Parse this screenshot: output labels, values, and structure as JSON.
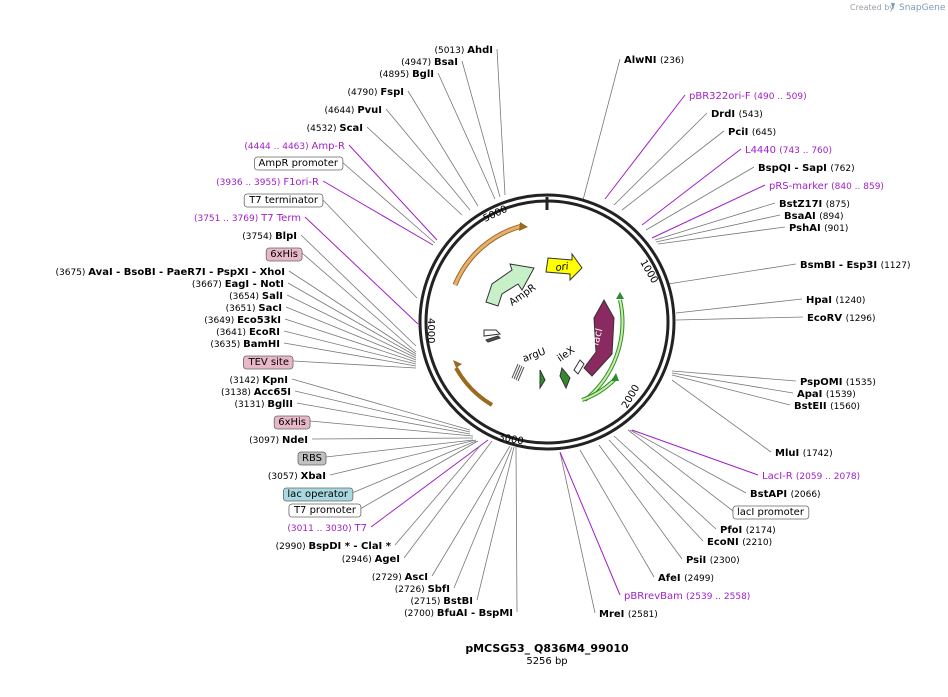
{
  "credit": {
    "prefix": "Created by",
    "brand": "SnapGene"
  },
  "title": "pMCSG53_ Q836M4_99010",
  "length": "5256 bp",
  "ticks": [
    "1000",
    "2000",
    "3000",
    "4000",
    "5000"
  ],
  "colors": {
    "primer": "#a020c8",
    "ampR": "#d9a050",
    "ori": "#ffff00",
    "lacI": "#8b2a60",
    "green": "#2e8b2e",
    "backbone": "#222222"
  },
  "features": [
    {
      "name": "ori",
      "color": "#ffff00"
    },
    {
      "name": "AmpR",
      "color": "#c8f0c8"
    },
    {
      "name": "lacI",
      "color": "#8b2a60"
    },
    {
      "name": "argU",
      "color": "#2e8b2e"
    },
    {
      "name": "ileX",
      "color": "#2e8b2e"
    }
  ],
  "labels": [
    {
      "kind": "site",
      "pos": "(5013)",
      "name": "AhdI"
    },
    {
      "kind": "site",
      "pos": "(4947)",
      "name": "BsaI"
    },
    {
      "kind": "site",
      "pos": "(4895)",
      "name": "BglI"
    },
    {
      "kind": "site",
      "pos": "(4790)",
      "name": "FspI"
    },
    {
      "kind": "site",
      "pos": "(4644)",
      "name": "PvuI"
    },
    {
      "kind": "site",
      "pos": "(4532)",
      "name": "ScaI"
    },
    {
      "kind": "primer",
      "pos": "(4444 .. 4463)",
      "name": "Amp-R"
    },
    {
      "kind": "box",
      "name": "AmpR promoter",
      "color": "#ffffff"
    },
    {
      "kind": "primer",
      "pos": "(3936 .. 3955)",
      "name": "F1ori-R"
    },
    {
      "kind": "box",
      "name": "T7 terminator",
      "color": "#ffffff"
    },
    {
      "kind": "primer",
      "pos": "(3751 .. 3769)",
      "name": "T7 Term"
    },
    {
      "kind": "site",
      "pos": "(3754)",
      "name": "BlpI"
    },
    {
      "kind": "box",
      "name": "6xHis",
      "color": "#e8b8c8"
    },
    {
      "kind": "site",
      "pos": "(3675)",
      "name": "AvaI   - BsoBI   - PaeR7I   - PspXI   - XhoI"
    },
    {
      "kind": "site",
      "pos": "(3667)",
      "name": "EagI   - NotI"
    },
    {
      "kind": "site",
      "pos": "(3654)",
      "name": "SalI"
    },
    {
      "kind": "site",
      "pos": "(3651)",
      "name": "SacI"
    },
    {
      "kind": "site",
      "pos": "(3649)",
      "name": "Eco53kI"
    },
    {
      "kind": "site",
      "pos": "(3641)",
      "name": "EcoRI"
    },
    {
      "kind": "site",
      "pos": "(3635)",
      "name": "BamHI"
    },
    {
      "kind": "box",
      "name": "TEV site",
      "color": "#e8b8c8"
    },
    {
      "kind": "site",
      "pos": "(3142)",
      "name": "KpnI"
    },
    {
      "kind": "site",
      "pos": "(3138)",
      "name": "Acc65I"
    },
    {
      "kind": "site",
      "pos": "(3131)",
      "name": "BglII"
    },
    {
      "kind": "box",
      "name": "6xHis",
      "color": "#e8b8c8"
    },
    {
      "kind": "site",
      "pos": "(3097)",
      "name": "NdeI"
    },
    {
      "kind": "box",
      "name": "RBS",
      "color": "#c0c0c0"
    },
    {
      "kind": "site",
      "pos": "(3057)",
      "name": "XbaI"
    },
    {
      "kind": "box",
      "name": "lac operator",
      "color": "#a8d8e0"
    },
    {
      "kind": "box",
      "name": "T7 promoter",
      "color": "#ffffff"
    },
    {
      "kind": "primer",
      "pos": "(3011 .. 3030)",
      "name": "T7"
    },
    {
      "kind": "site",
      "pos": "(2990)",
      "name": "BspDI *  - ClaI *"
    },
    {
      "kind": "site",
      "pos": "(2946)",
      "name": "AgeI"
    },
    {
      "kind": "site",
      "pos": "(2729)",
      "name": "AscI"
    },
    {
      "kind": "site",
      "pos": "(2726)",
      "name": "SbfI"
    },
    {
      "kind": "site",
      "pos": "(2715)",
      "name": "BstBI"
    },
    {
      "kind": "site",
      "pos": "(2700)",
      "name": "BfuAI   - BspMI"
    },
    {
      "kind": "site",
      "pos": "(2581)",
      "name": "MreI"
    },
    {
      "kind": "primer",
      "pos": "(2539 .. 2558)",
      "name": "pBRrevBam"
    },
    {
      "kind": "site",
      "pos": "(2499)",
      "name": "AfeI"
    },
    {
      "kind": "site",
      "pos": "(2300)",
      "name": "PsiI"
    },
    {
      "kind": "site",
      "pos": "(2210)",
      "name": "EcoNI"
    },
    {
      "kind": "site",
      "pos": "(2174)",
      "name": "PfoI"
    },
    {
      "kind": "box",
      "name": "lacI promoter",
      "color": "#ffffff"
    },
    {
      "kind": "site",
      "pos": "(2066)",
      "name": "BstAPI"
    },
    {
      "kind": "primer",
      "pos": "(2059 .. 2078)",
      "name": "LacI-R"
    },
    {
      "kind": "site",
      "pos": "(1742)",
      "name": "MluI"
    },
    {
      "kind": "site",
      "pos": "(1560)",
      "name": "BstEII"
    },
    {
      "kind": "site",
      "pos": "(1539)",
      "name": "ApaI"
    },
    {
      "kind": "site",
      "pos": "(1535)",
      "name": "PspOMI"
    },
    {
      "kind": "site",
      "pos": "(1296)",
      "name": "EcoRV"
    },
    {
      "kind": "site",
      "pos": "(1240)",
      "name": "HpaI"
    },
    {
      "kind": "site",
      "pos": "(1127)",
      "name": "BsmBI   - Esp3I"
    },
    {
      "kind": "site",
      "pos": "(901)",
      "name": "PshAI"
    },
    {
      "kind": "site",
      "pos": "(894)",
      "name": "BsaAI"
    },
    {
      "kind": "site",
      "pos": "(875)",
      "name": "BstZ17I"
    },
    {
      "kind": "primer",
      "pos": "(840 .. 859)",
      "name": "pRS-marker"
    },
    {
      "kind": "site",
      "pos": "(762)",
      "name": "BspQI   - SapI"
    },
    {
      "kind": "primer",
      "pos": "(743 .. 760)",
      "name": "L4440"
    },
    {
      "kind": "site",
      "pos": "(645)",
      "name": "PciI"
    },
    {
      "kind": "site",
      "pos": "(543)",
      "name": "DrdI"
    },
    {
      "kind": "primer",
      "pos": "(490 .. 509)",
      "name": "pBR322ori-F"
    },
    {
      "kind": "site",
      "pos": "(236)",
      "name": "AlwNI"
    }
  ]
}
